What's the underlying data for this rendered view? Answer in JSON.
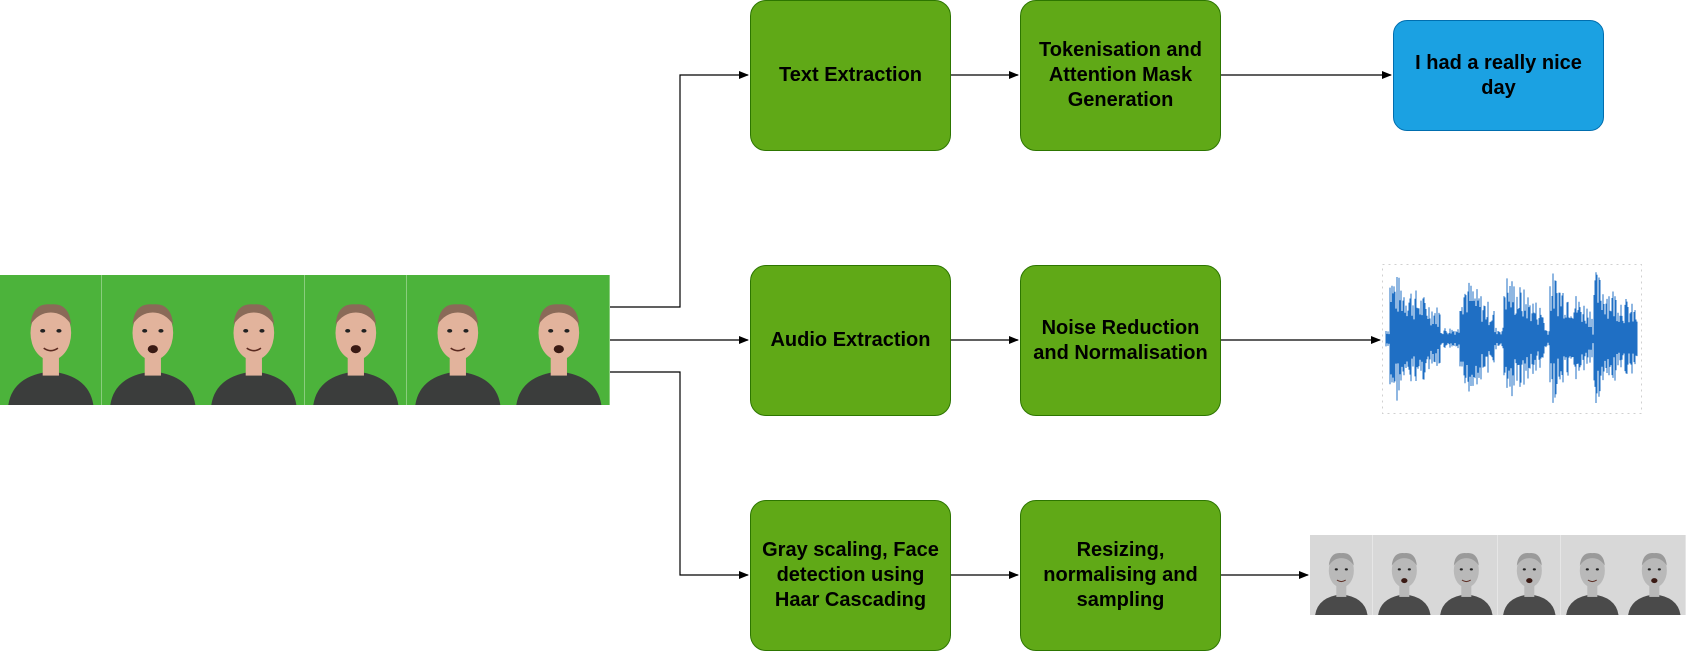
{
  "colors": {
    "process_fill": "#60a917",
    "process_border": "#2d7600",
    "output_fill": "#1ba1e2",
    "output_border": "#006eaf",
    "video_background": "#4cb33b",
    "waveform": "#1f6fc4",
    "arrow": "#000000"
  },
  "input": {
    "frame_count": 6
  },
  "pipelines": {
    "text": {
      "step1": "Text Extraction",
      "step2": "Tokenisation and Attention Mask Generation",
      "output": "I had a really nice day"
    },
    "audio": {
      "step1": "Audio Extraction",
      "step2": "Noise Reduction and Normalisation",
      "output_icon": "audio-waveform"
    },
    "video": {
      "step1": "Gray scaling, Face detection using Haar Cascading",
      "step2": "Resizing, normalising and sampling",
      "output_frame_count": 6
    }
  }
}
